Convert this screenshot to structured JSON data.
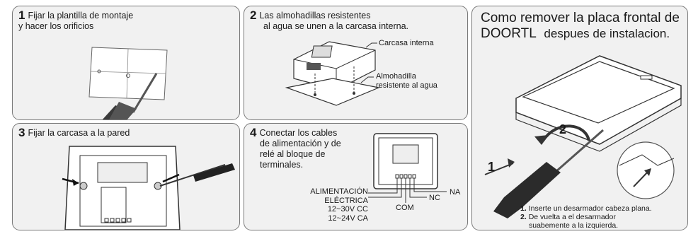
{
  "panels": {
    "p1": {
      "num": "1",
      "line1": "Fijar la plantilla de montaje",
      "line2": "y hacer los orificios"
    },
    "p2": {
      "num": "2",
      "line1": "Las almohadillas resistentes",
      "line2": "al agua se unen a la carcasa interna.",
      "label_housing": "Carcasa interna",
      "label_pad1": "Almohadilla",
      "label_pad2": "resistente al agua"
    },
    "p3": {
      "num": "3",
      "line1": "Fijar la carcasa a la pared"
    },
    "p4": {
      "num": "4",
      "line1": "Conectar los cables",
      "line2": "de alimentación y de",
      "line3": "relé al bloque de",
      "line4": "terminales.",
      "power1": "ALIMENTACIÓN",
      "power2": "ELÉCTRICA",
      "power3": "12~30V CC",
      "power4": "12~24V CA",
      "com": "COM",
      "nc": "NC",
      "na": "NA"
    },
    "p5": {
      "title1": "Como remover la placa frontal de",
      "title2a": "DOORTL",
      "title2b": "despues de instalacion.",
      "arrow1": "1",
      "arrow2": "2",
      "step1_num": "1.",
      "step1_text": "Inserte un desarmador cabeza plana.",
      "step2_num": "2.",
      "step2_text": "De vuelta a el desarmador",
      "step2_text2": "suabemente a la izquierda."
    }
  }
}
